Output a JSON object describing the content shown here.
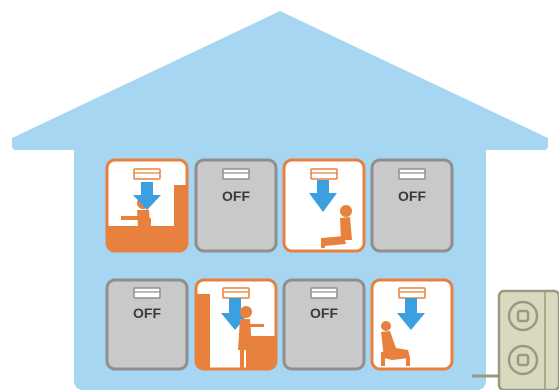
{
  "colors": {
    "house": "#a6d6f2",
    "room_on_border": "#e8803e",
    "room_on_fill": "#ffffff",
    "person": "#e8803e",
    "room_off_border": "#8f8f8f",
    "room_off_fill": "#c9c9c9",
    "airflow_arrow": "#3b9fe0",
    "outdoor_unit": "#d9d9c0",
    "outdoor_unit_border": "#9a9a80"
  },
  "rooms": [
    {
      "id": "room-1",
      "state": "on",
      "scene": "person-at-desk"
    },
    {
      "id": "room-2",
      "state": "off",
      "label": "OFF"
    },
    {
      "id": "room-3",
      "state": "on",
      "scene": "person-seated"
    },
    {
      "id": "room-4",
      "state": "off",
      "label": "OFF"
    },
    {
      "id": "room-5",
      "state": "off",
      "label": "OFF"
    },
    {
      "id": "room-6",
      "state": "on",
      "scene": "person-cooking"
    },
    {
      "id": "room-7",
      "state": "off",
      "label": "OFF"
    },
    {
      "id": "room-8",
      "state": "on",
      "scene": "person-seated"
    }
  ],
  "icons": {
    "indoor_unit": "ac-unit-icon",
    "airflow": "airflow-arrow-icon",
    "outdoor_unit": "outdoor-unit-icon"
  }
}
